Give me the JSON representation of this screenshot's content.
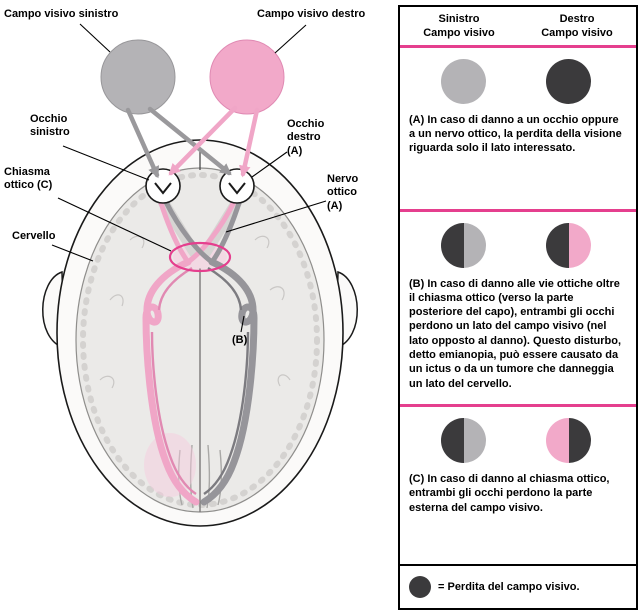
{
  "colors": {
    "gray_field": "#b4b3b6",
    "pink_field": "#f2a9c9",
    "dark_loss": "#3b3a3c",
    "magenta_line": "#e53f8e"
  },
  "diagram": {
    "labels": {
      "left_visual_field": "Campo visivo sinistro",
      "right_visual_field": "Campo visivo destro",
      "left_eye": "Occhio\nsinistro",
      "right_eye": "Occhio\ndestro\n(A)",
      "optic_chiasm": "Chiasma\nottico (C)",
      "optic_nerve": "Nervo\nottico\n(A)",
      "brain": "Cervello",
      "b_marker": "(B)"
    }
  },
  "panel": {
    "header": {
      "left": "Sinistro\nCampo visivo",
      "right": "Destro\nCampo visivo"
    },
    "sections": [
      {
        "id": "A",
        "left_circle": {
          "left_half": "#b4b3b6",
          "right_half": "#b4b3b6"
        },
        "right_circle": {
          "left_half": "#3b3a3c",
          "right_half": "#3b3a3c"
        },
        "text": "(A) In caso di danno a un occhio oppure a un nervo ottico, la perdita della visione riguarda solo il lato interessato."
      },
      {
        "id": "B",
        "left_circle": {
          "left_half": "#3b3a3c",
          "right_half": "#b4b3b6"
        },
        "right_circle": {
          "left_half": "#3b3a3c",
          "right_half": "#f2a9c9"
        },
        "text": "(B) In caso di danno alle vie ottiche oltre il chiasma ottico (verso la parte posteriore del capo), entrambi gli occhi perdono un lato del campo visivo (nel lato opposto al danno). Questo disturbo, detto emianopia, può essere causato da un ictus o da un tumore che danneggia un lato del cervello."
      },
      {
        "id": "C",
        "left_circle": {
          "left_half": "#3b3a3c",
          "right_half": "#b4b3b6"
        },
        "right_circle": {
          "left_half": "#f2a9c9",
          "right_half": "#3b3a3c"
        },
        "text": "(C) In caso di danno al chiasma ottico, entrambi gli occhi perdono la parte esterna del campo visivo."
      }
    ],
    "legend": {
      "circle_color": "#3b3a3c",
      "text": "= Perdita del campo visivo."
    }
  }
}
